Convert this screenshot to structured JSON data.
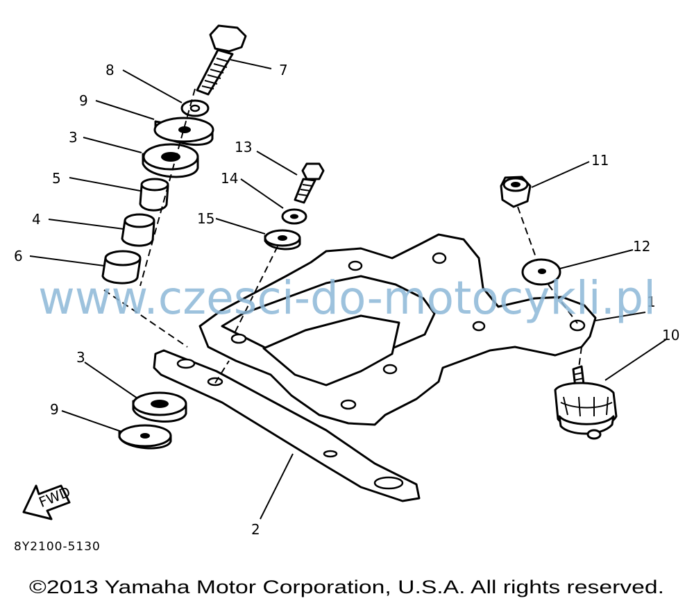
{
  "callouts": {
    "c1": "1",
    "c2": "2",
    "c3a": "3",
    "c3b": "3",
    "c4": "4",
    "c5": "5",
    "c6": "6",
    "c7": "7",
    "c8": "8",
    "c9a": "9",
    "c9b": "9",
    "c10": "10",
    "c11": "11",
    "c12": "12",
    "c13": "13",
    "c14": "14",
    "c15": "15"
  },
  "fwd_label": "FWD",
  "diagram_code": "8Y2100-5130",
  "watermark": "www.czesci-do-motocykli.pl",
  "copyright": "©2013 Yamaha Motor Corporation, U.S.A. All rights reserved."
}
